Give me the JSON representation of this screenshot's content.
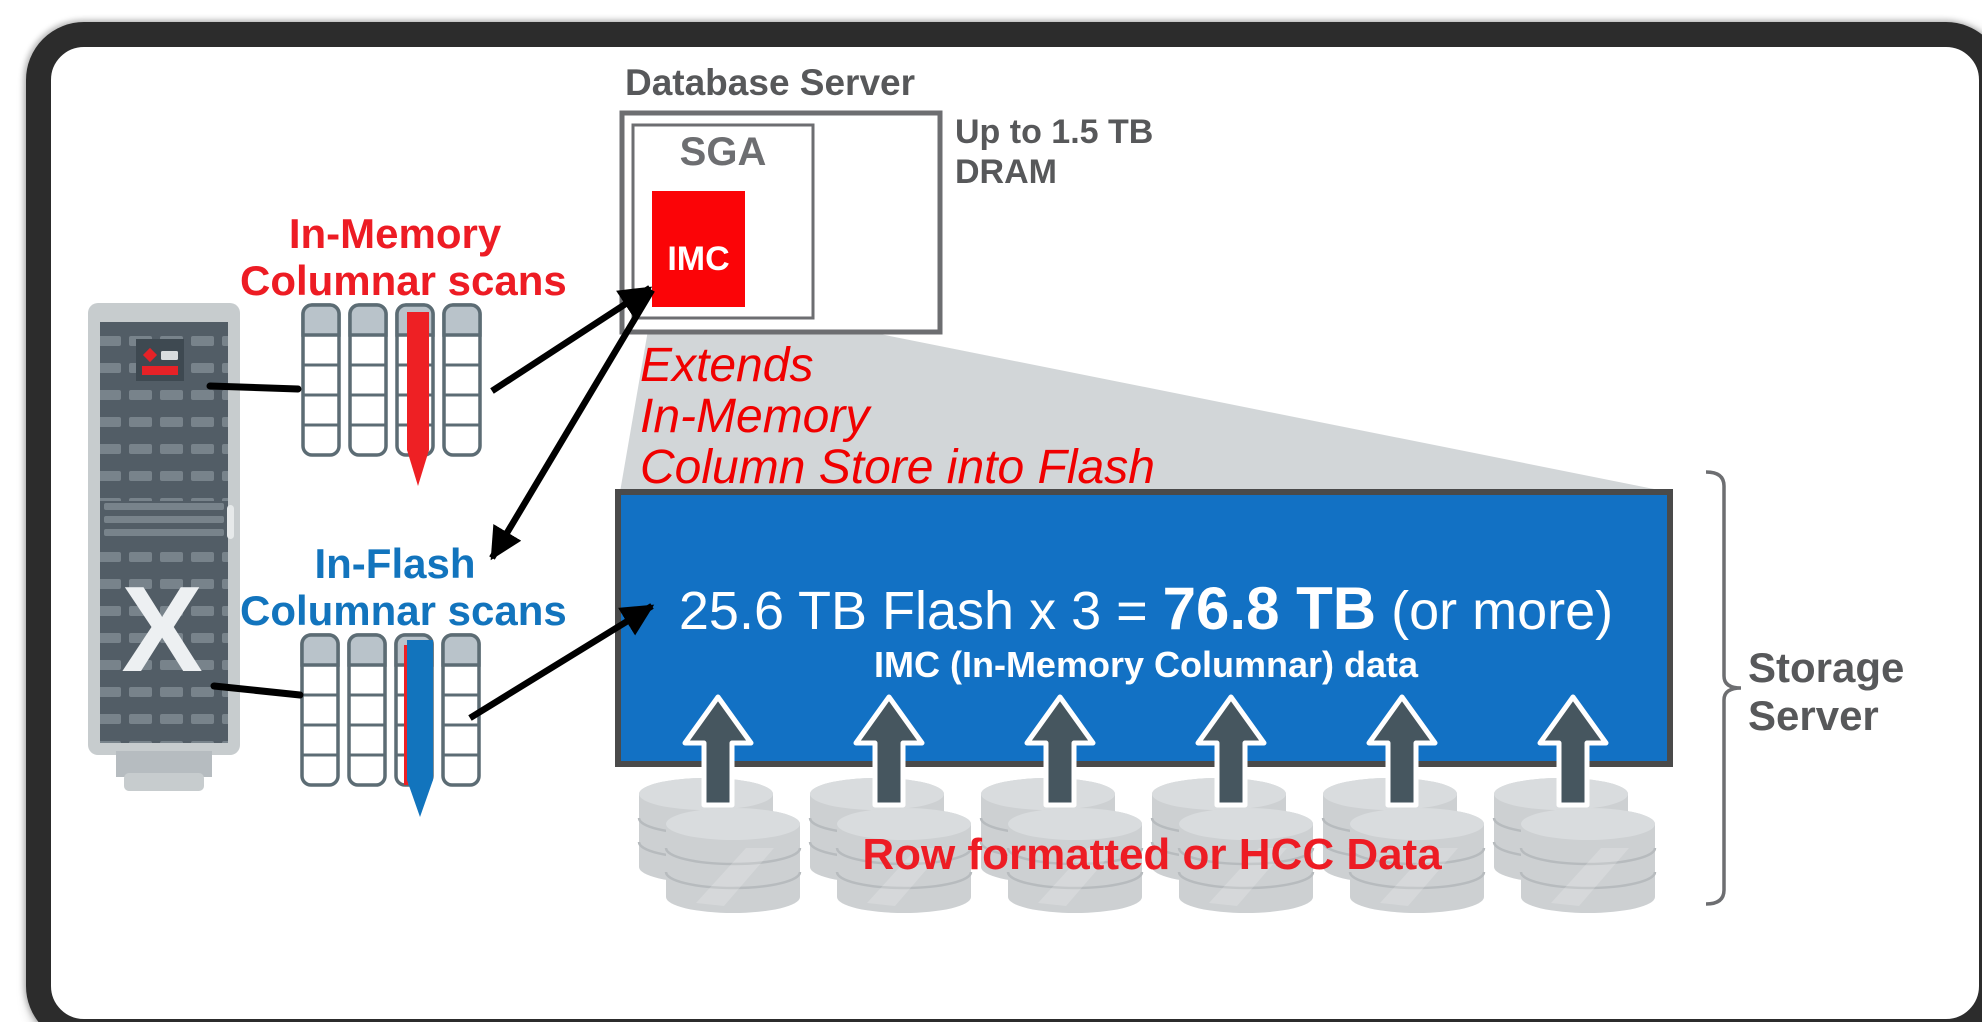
{
  "colors": {
    "accent_red": "#ed1c24",
    "imc_red": "#fb0407",
    "accent_blue": "#1274bd",
    "flash_box_blue": "#1271c4",
    "gray_text": "#58595b",
    "box_border_gray": "#6d6e71",
    "funnel_gray": "#d2d6d8",
    "arrow_slate": "#46565f",
    "disk_gray": "#cdd0d2",
    "frame_dark": "#2c2c2c"
  },
  "database_server": {
    "title": "Database Server",
    "sga_label": "SGA",
    "imc_label": "IMC",
    "dram_note_line1": "Up to 1.5 TB",
    "dram_note_line2": "DRAM"
  },
  "scans": {
    "in_memory_line1": "In-Memory",
    "in_memory_line2": "Columnar scans",
    "in_flash_line1": "In-Flash",
    "in_flash_line2": "Columnar scans"
  },
  "extends_note": {
    "line1": "Extends",
    "line2": "In-Memory",
    "line3": "Column Store into Flash"
  },
  "flash_box": {
    "capacity_prefix": "25.6 TB Flash x 3 = ",
    "capacity_value": "76.8 TB",
    "capacity_suffix": " (or more)",
    "caption": "IMC (In-Memory Columnar) data"
  },
  "storage_server": {
    "label_line1": "Storage",
    "label_line2": "Server",
    "row_data_label": "Row formatted or HCC Data"
  },
  "rack": {
    "badge": "X"
  },
  "icons": [
    "exadata-rack-icon",
    "columnar-table-icon",
    "red-scan-arrow-icon",
    "blue-scan-arrow-icon",
    "upward-data-arrow-icon",
    "disk-stack-icon",
    "storage-server-bracket",
    "pointer-arrow",
    "connector-line",
    "memory-extension-funnel"
  ]
}
